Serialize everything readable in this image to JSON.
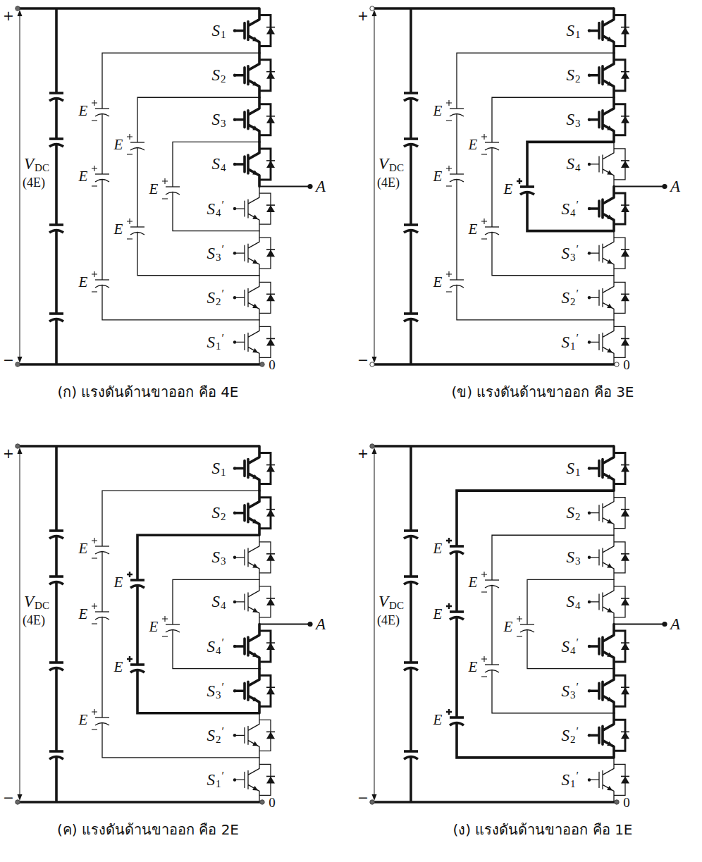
{
  "diagram": {
    "labels": [
      "+",
      "−",
      "V",
      "DC",
      "(4E)",
      "S",
      "1",
      "S",
      "2",
      "S",
      "3",
      "S",
      "4",
      "S",
      "4",
      "′",
      "S",
      "3",
      "′",
      "S",
      "2",
      "′",
      "S",
      "1",
      "′",
      "E",
      "E",
      "E",
      "E",
      "E",
      "E",
      "A",
      "0",
      "(ก) แรงดันด้านขาออก คือ 4E",
      "+",
      "−",
      "V",
      "DC",
      "(4E)",
      "S",
      "1",
      "S",
      "2",
      "S",
      "3",
      "S",
      "4",
      "S",
      "4",
      "′",
      "S",
      "3",
      "′",
      "S",
      "2",
      "′",
      "S",
      "1",
      "′",
      "E",
      "E",
      "E",
      "E",
      "E",
      "E",
      "A",
      "0",
      "(ข) แรงดันด้านขาออก คือ 3E",
      "+",
      "−",
      "V",
      "DC",
      "(4E)",
      "S",
      "1",
      "S",
      "2",
      "S",
      "3",
      "S",
      "4",
      "S",
      "4",
      "′",
      "S",
      "3",
      "′",
      "S",
      "2",
      "′",
      "S",
      "1",
      "′",
      "E",
      "E",
      "E",
      "E",
      "E",
      "E",
      "A",
      "0",
      "(ค) แรงดันด้านขาออก คือ 2E",
      "+",
      "−",
      "V",
      "DC",
      "(4E)",
      "S",
      "1",
      "S",
      "2",
      "S",
      "3",
      "S",
      "4",
      "S",
      "4",
      "′",
      "S",
      "3",
      "′",
      "S",
      "2",
      "′",
      "S",
      "1",
      "′",
      "E",
      "E",
      "E",
      "E",
      "E",
      "E",
      "A",
      "0",
      "(ง) แรงดันด้านขาออก คือ 1E"
    ]
  }
}
